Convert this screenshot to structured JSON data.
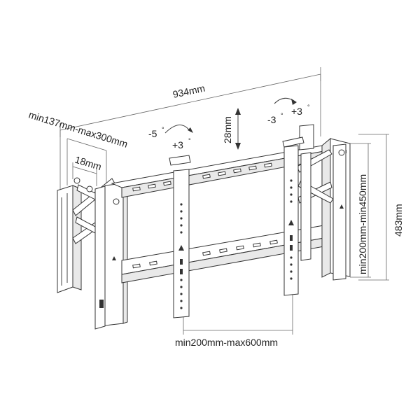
{
  "dimensions": {
    "overall_width": "934mm",
    "depth_range": "min137mm-max300mm",
    "depth_min_offset": "18mm",
    "vertical_travel": "28mm",
    "tilt_left_neg": "-5",
    "tilt_left_pos": "+3",
    "tilt_right_neg": "-3",
    "tilt_right_pos": "+3",
    "arm_spacing": "min200mm-max600mm",
    "vesa_vertical": "min200mm-min450mm",
    "overall_height": "483mm"
  },
  "colors": {
    "line": "#444444",
    "fill": "#ffffff",
    "shade": "#e9e9e9"
  }
}
